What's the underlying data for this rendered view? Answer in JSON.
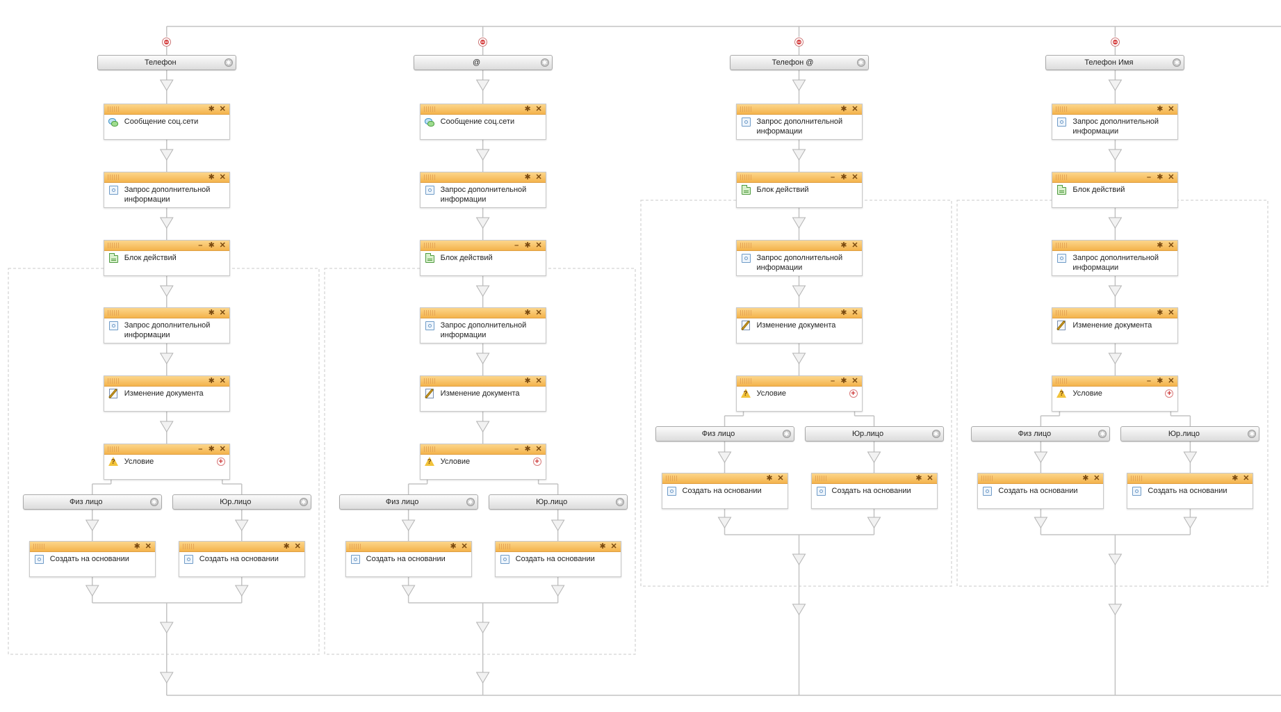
{
  "colors": {
    "wire": "#c3c3c3",
    "region": "#c8c8c8",
    "header": "#f4b34c",
    "stop": "#d64545"
  },
  "icons": {
    "request": "request-info-icon",
    "social": "social-message-icon",
    "actions": "action-block-icon",
    "document": "edit-document-icon",
    "condition": "condition-icon",
    "settings": "gear-icon",
    "delete": "close-icon",
    "collapse": "minus-icon",
    "add": "plus-icon",
    "stop": "stop-icon"
  },
  "branches": [
    {
      "title": "Телефон",
      "blocks": [
        {
          "type": "social",
          "label": "Сообщение соц.сети"
        },
        {
          "type": "request",
          "label": "Запрос дополнительной информации"
        },
        {
          "type": "actions",
          "label": "Блок действий"
        },
        {
          "type": "request",
          "label": "Запрос дополнительной информации"
        },
        {
          "type": "document",
          "label": "Изменение документа"
        }
      ],
      "condition": {
        "label": "Условие",
        "cases": [
          {
            "title": "Физ лицо",
            "block": {
              "type": "request",
              "label": "Создать на основании"
            }
          },
          {
            "title": "Юр.лицо",
            "block": {
              "type": "request",
              "label": "Создать на основании"
            }
          }
        ]
      }
    },
    {
      "title": "@",
      "blocks": [
        {
          "type": "social",
          "label": "Сообщение соц.сети"
        },
        {
          "type": "request",
          "label": "Запрос дополнительной информации"
        },
        {
          "type": "actions",
          "label": "Блок действий"
        },
        {
          "type": "request",
          "label": "Запрос дополнительной информации"
        },
        {
          "type": "document",
          "label": "Изменение документа"
        }
      ],
      "condition": {
        "label": "Условие",
        "cases": [
          {
            "title": "Физ лицо",
            "block": {
              "type": "request",
              "label": "Создать на основании"
            }
          },
          {
            "title": "Юр.лицо",
            "block": {
              "type": "request",
              "label": "Создать на основании"
            }
          }
        ]
      }
    },
    {
      "title": "Телефон @",
      "blocks": [
        {
          "type": "request",
          "label": "Запрос дополнительной информации"
        },
        {
          "type": "actions",
          "label": "Блок действий"
        },
        {
          "type": "request",
          "label": "Запрос дополнительной информации"
        },
        {
          "type": "document",
          "label": "Изменение документа"
        }
      ],
      "condition": {
        "label": "Условие",
        "cases": [
          {
            "title": "Физ лицо",
            "block": {
              "type": "request",
              "label": "Создать на основании"
            }
          },
          {
            "title": "Юр.лицо",
            "block": {
              "type": "request",
              "label": "Создать на основании"
            }
          }
        ]
      }
    },
    {
      "title": "Телефон Имя",
      "blocks": [
        {
          "type": "request",
          "label": "Запрос дополнительной информации"
        },
        {
          "type": "actions",
          "label": "Блок действий"
        },
        {
          "type": "request",
          "label": "Запрос дополнительной информации"
        },
        {
          "type": "document",
          "label": "Изменение документа"
        }
      ],
      "condition": {
        "label": "Условие",
        "cases": [
          {
            "title": "Физ лицо",
            "block": {
              "type": "request",
              "label": "Создать на основании"
            }
          },
          {
            "title": "Юр.лицо",
            "block": {
              "type": "request",
              "label": "Создать на основании"
            }
          }
        ]
      }
    }
  ]
}
